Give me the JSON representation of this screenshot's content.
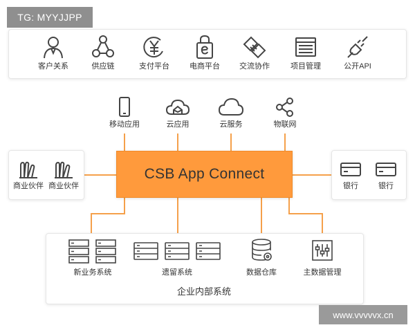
{
  "watermarks": {
    "top_left": "TG: MYYJJPP",
    "bottom_right": "www.vvvvvx.cn"
  },
  "accent_color": "#ff9a3c",
  "connector_color": "#f5a04a",
  "top_bar": {
    "items": [
      {
        "label": "客户关系",
        "icon": "person-icon"
      },
      {
        "label": "供应链",
        "icon": "network-nodes-icon"
      },
      {
        "label": "支付平台",
        "icon": "yuan-coin-icon"
      },
      {
        "label": "电商平台",
        "icon": "shopping-bag-icon"
      },
      {
        "label": "交流协作",
        "icon": "handshake-icon"
      },
      {
        "label": "项目管理",
        "icon": "browser-window-icon"
      },
      {
        "label": "公开API",
        "icon": "plug-icon"
      }
    ]
  },
  "cloud_row": {
    "items": [
      {
        "label": "移动应用",
        "icon": "mobile-phone-icon"
      },
      {
        "label": "云应用",
        "icon": "cloud-app-icon"
      },
      {
        "label": "云服务",
        "icon": "cloud-icon"
      },
      {
        "label": "物联网",
        "icon": "share-nodes-icon"
      }
    ]
  },
  "center": {
    "title": "CSB App Connect"
  },
  "left_panel": {
    "items": [
      {
        "label": "商业伙伴",
        "icon": "partner-books-icon"
      },
      {
        "label": "商业伙伴",
        "icon": "partner-books-icon"
      }
    ]
  },
  "right_panel": {
    "items": [
      {
        "label": "银行",
        "icon": "bank-card-icon"
      },
      {
        "label": "银行",
        "icon": "bank-card-icon"
      }
    ]
  },
  "enterprise": {
    "title": "企业内部系统",
    "groups": [
      {
        "label": "新业务系统",
        "icon": "server-rack-icon"
      },
      {
        "label": "遗留系统",
        "icon": "server-icon"
      },
      {
        "label": "数据仓库",
        "icon": "database-icon"
      },
      {
        "label": "主数据管理",
        "icon": "equalizer-icon"
      }
    ]
  }
}
